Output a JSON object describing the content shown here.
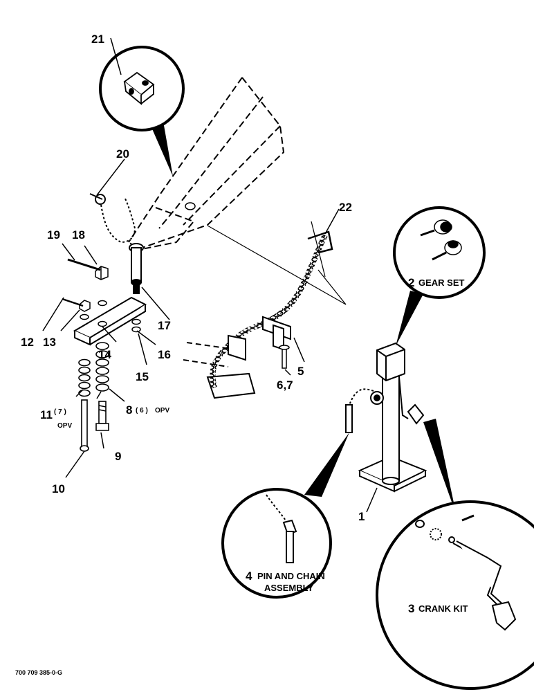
{
  "callouts": {
    "c1": "1",
    "c2": "2",
    "c3": "3",
    "c4": "4",
    "c5": "5",
    "c67": "6,7",
    "c8": "8",
    "c8qty": "( 6 )",
    "c8opv": "OPV",
    "c9": "9",
    "c10": "10",
    "c11": "11",
    "c11qty": "( 7 )",
    "c11opv": "OPV",
    "c12": "12",
    "c13": "13",
    "c14": "14",
    "c15": "15",
    "c16": "16",
    "c17": "17",
    "c18": "18",
    "c19": "19",
    "c20": "20",
    "c21": "21",
    "c22": "22"
  },
  "details": {
    "gear_set": "GEAR SET",
    "crank_kit": "CRANK KIT",
    "pin_chain_1": "PIN AND CHAIN",
    "pin_chain_2": "ASSEMBLY"
  },
  "footer": {
    "drawing_id": "700 709 385-0-G"
  }
}
